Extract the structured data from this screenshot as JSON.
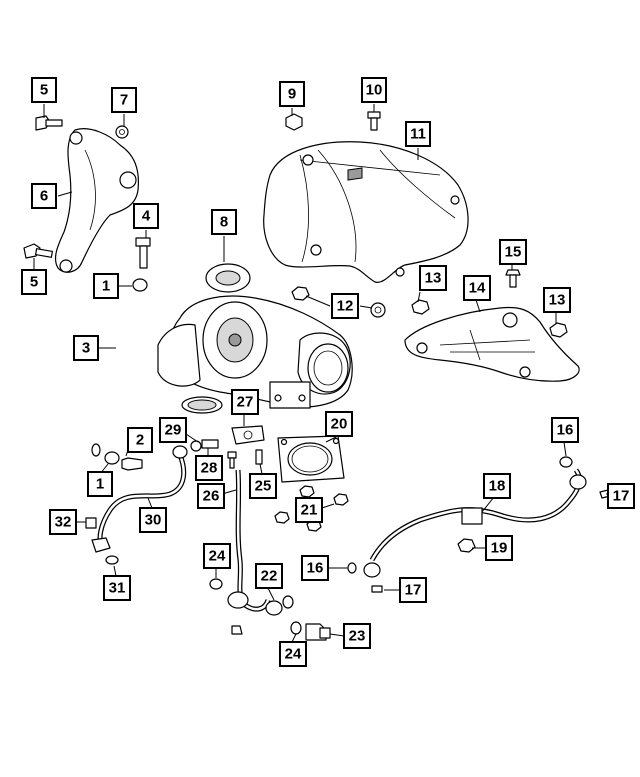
{
  "diagram": {
    "callouts": {
      "c5a": "5",
      "c7": "7",
      "c6": "6",
      "c4": "4",
      "c5b": "5",
      "c8": "8",
      "c9": "9",
      "c10": "10",
      "c11": "11",
      "c1a": "1",
      "c3": "3",
      "c2": "2",
      "c1b": "1",
      "c12": "12",
      "c13a": "13",
      "c14": "14",
      "c13b": "13",
      "c15": "15",
      "c27": "27",
      "c29": "29",
      "c20": "20",
      "c28": "28",
      "c25": "25",
      "c26": "26",
      "c21": "21",
      "c16a": "16",
      "c18": "18",
      "c17a": "17",
      "c19": "19",
      "c32": "32",
      "c30": "30",
      "c24a": "24",
      "c22": "22",
      "c16b": "16",
      "c17b": "17",
      "c31": "31",
      "c23": "23",
      "c24b": "24"
    }
  }
}
